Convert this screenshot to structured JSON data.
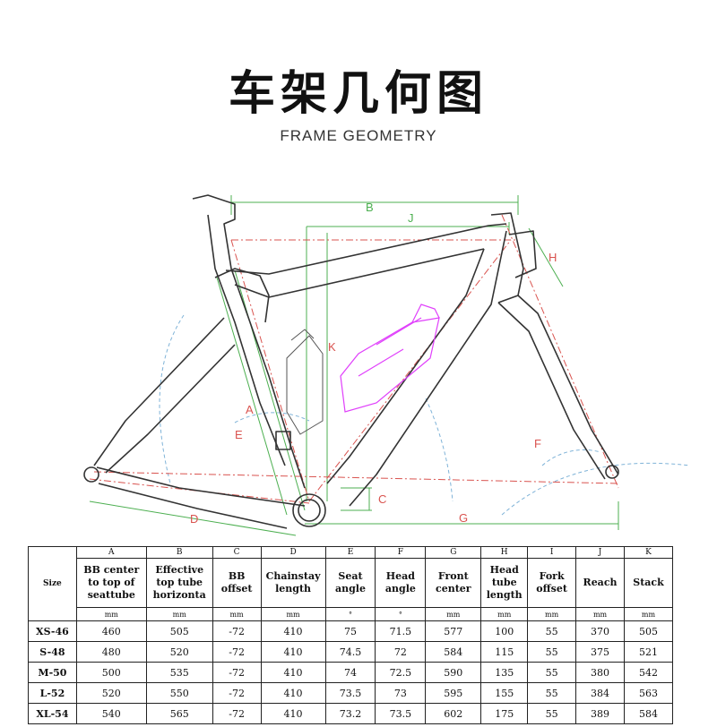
{
  "title_cn": "车架几何图",
  "title_en": "FRAME GEOMETRY",
  "diagram_labels": {
    "A": "A",
    "B": "B",
    "C": "C",
    "D": "D",
    "E": "E",
    "F": "F",
    "G": "G",
    "H": "H",
    "J": "J",
    "K": "K"
  },
  "colors": {
    "frame": "#333333",
    "dim_green": "#4caf50",
    "centerline_red": "#d9534f",
    "angle_blue": "#7fb3d8",
    "bottle_pink": "#e040fb"
  },
  "table": {
    "size_label": "Size",
    "columns": [
      {
        "letter": "A",
        "header": [
          "BB center",
          "to top of",
          "seattube"
        ],
        "unit": "mm"
      },
      {
        "letter": "B",
        "header": [
          "Effective",
          "top tube",
          "horizonta"
        ],
        "unit": "mm"
      },
      {
        "letter": "C",
        "header": [
          "BB",
          "offset"
        ],
        "unit": "mm"
      },
      {
        "letter": "D",
        "header": [
          "Chainstay",
          "length"
        ],
        "unit": "mm"
      },
      {
        "letter": "E",
        "header": [
          "Seat",
          "angle"
        ],
        "unit": "°"
      },
      {
        "letter": "F",
        "header": [
          "Head",
          "angle"
        ],
        "unit": "°"
      },
      {
        "letter": "G",
        "header": [
          "Front",
          "center"
        ],
        "unit": "mm"
      },
      {
        "letter": "H",
        "header": [
          "Head",
          "tube",
          "length"
        ],
        "unit": "mm"
      },
      {
        "letter": "I",
        "header": [
          "Fork",
          "offset"
        ],
        "unit": "mm"
      },
      {
        "letter": "J",
        "header": [
          "Reach"
        ],
        "unit": "mm"
      },
      {
        "letter": "K",
        "header": [
          "Stack"
        ],
        "unit": "mm"
      }
    ],
    "rows": [
      {
        "size": "XS-46",
        "values": [
          "460",
          "505",
          "-72",
          "410",
          "75",
          "71.5",
          "577",
          "100",
          "55",
          "370",
          "505"
        ]
      },
      {
        "size": "S-48",
        "values": [
          "480",
          "520",
          "-72",
          "410",
          "74.5",
          "72",
          "584",
          "115",
          "55",
          "375",
          "521"
        ]
      },
      {
        "size": "M-50",
        "values": [
          "500",
          "535",
          "-72",
          "410",
          "74",
          "72.5",
          "590",
          "135",
          "55",
          "380",
          "542"
        ]
      },
      {
        "size": "L-52",
        "values": [
          "520",
          "550",
          "-72",
          "410",
          "73.5",
          "73",
          "595",
          "155",
          "55",
          "384",
          "563"
        ]
      },
      {
        "size": "XL-54",
        "values": [
          "540",
          "565",
          "-72",
          "410",
          "73.2",
          "73.5",
          "602",
          "175",
          "55",
          "389",
          "584"
        ]
      }
    ]
  }
}
